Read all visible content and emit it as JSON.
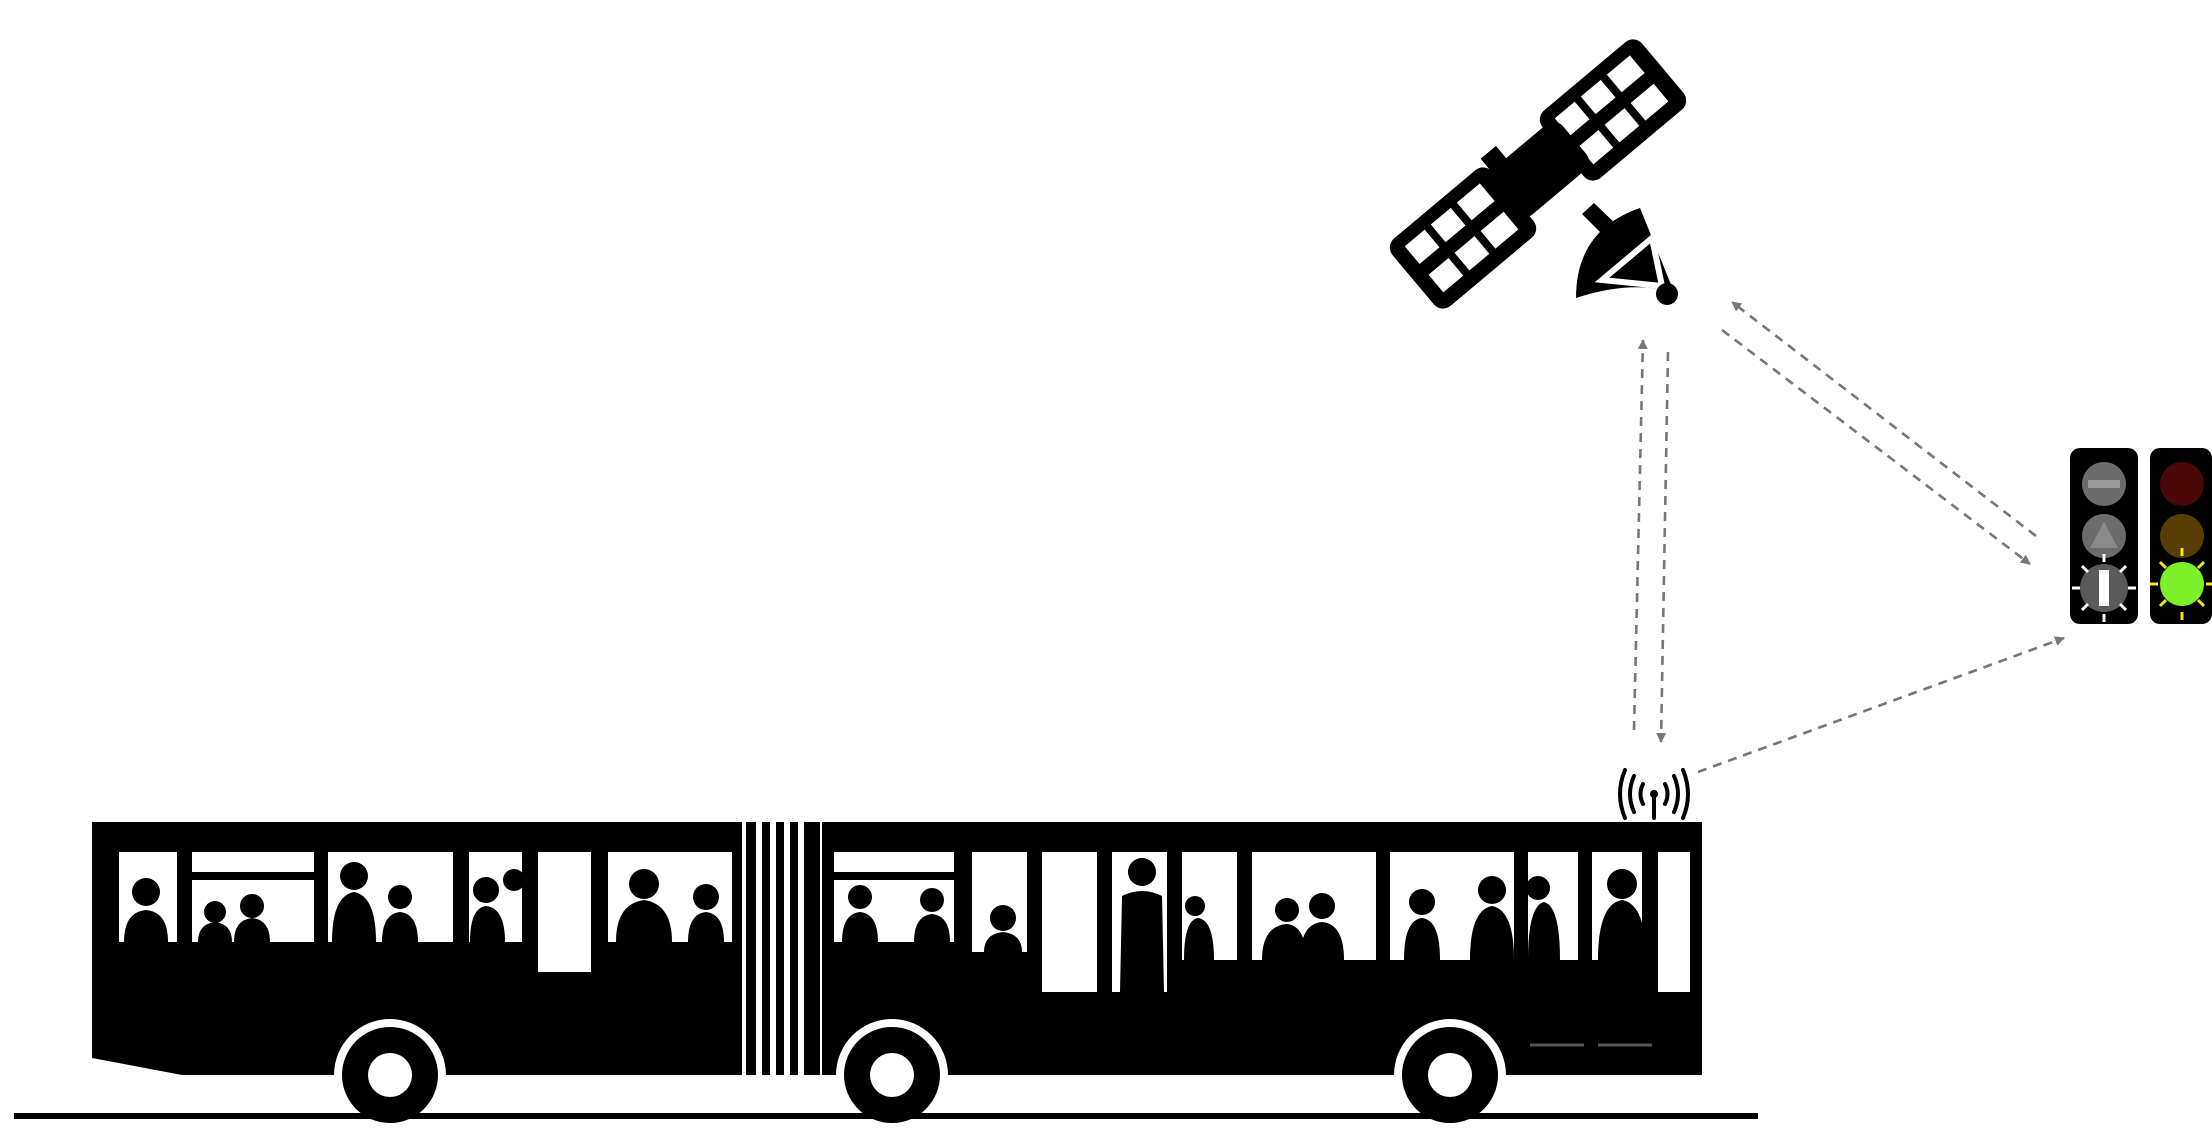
{
  "diagram": {
    "nodes": [
      {
        "id": "satellite",
        "icon": "satellite-icon"
      },
      {
        "id": "bus",
        "icon": "articulated-bus-icon"
      },
      {
        "id": "antenna",
        "icon": "broadcast-antenna-icon"
      },
      {
        "id": "traffic-signal",
        "icon": "traffic-light-icon"
      }
    ],
    "links": [
      {
        "from": "antenna",
        "to": "satellite",
        "style": "dashed"
      },
      {
        "from": "satellite",
        "to": "antenna",
        "style": "dashed"
      },
      {
        "from": "satellite",
        "to": "traffic-signal",
        "style": "dashed"
      },
      {
        "from": "traffic-signal",
        "to": "satellite",
        "style": "dashed"
      },
      {
        "from": "antenna",
        "to": "traffic-signal",
        "style": "dashed"
      }
    ],
    "traffic_lights": [
      {
        "name": "transit-priority-signal",
        "lamps": [
          "bar",
          "triangle",
          "vertical-bar-lit"
        ]
      },
      {
        "name": "vehicle-signal",
        "lamps": [
          "red",
          "amber",
          "green-lit"
        ]
      }
    ]
  },
  "colors": {
    "silhouette": "#000000",
    "arrow": "#777777",
    "green_lamp": "#7cf12a",
    "red_lamp": "#4a0707",
    "amber_lamp": "#5a3d04",
    "off_lamp": "#6b6b6b",
    "glow_white": "#ffffff",
    "glow_yellow": "#f7e51a"
  }
}
